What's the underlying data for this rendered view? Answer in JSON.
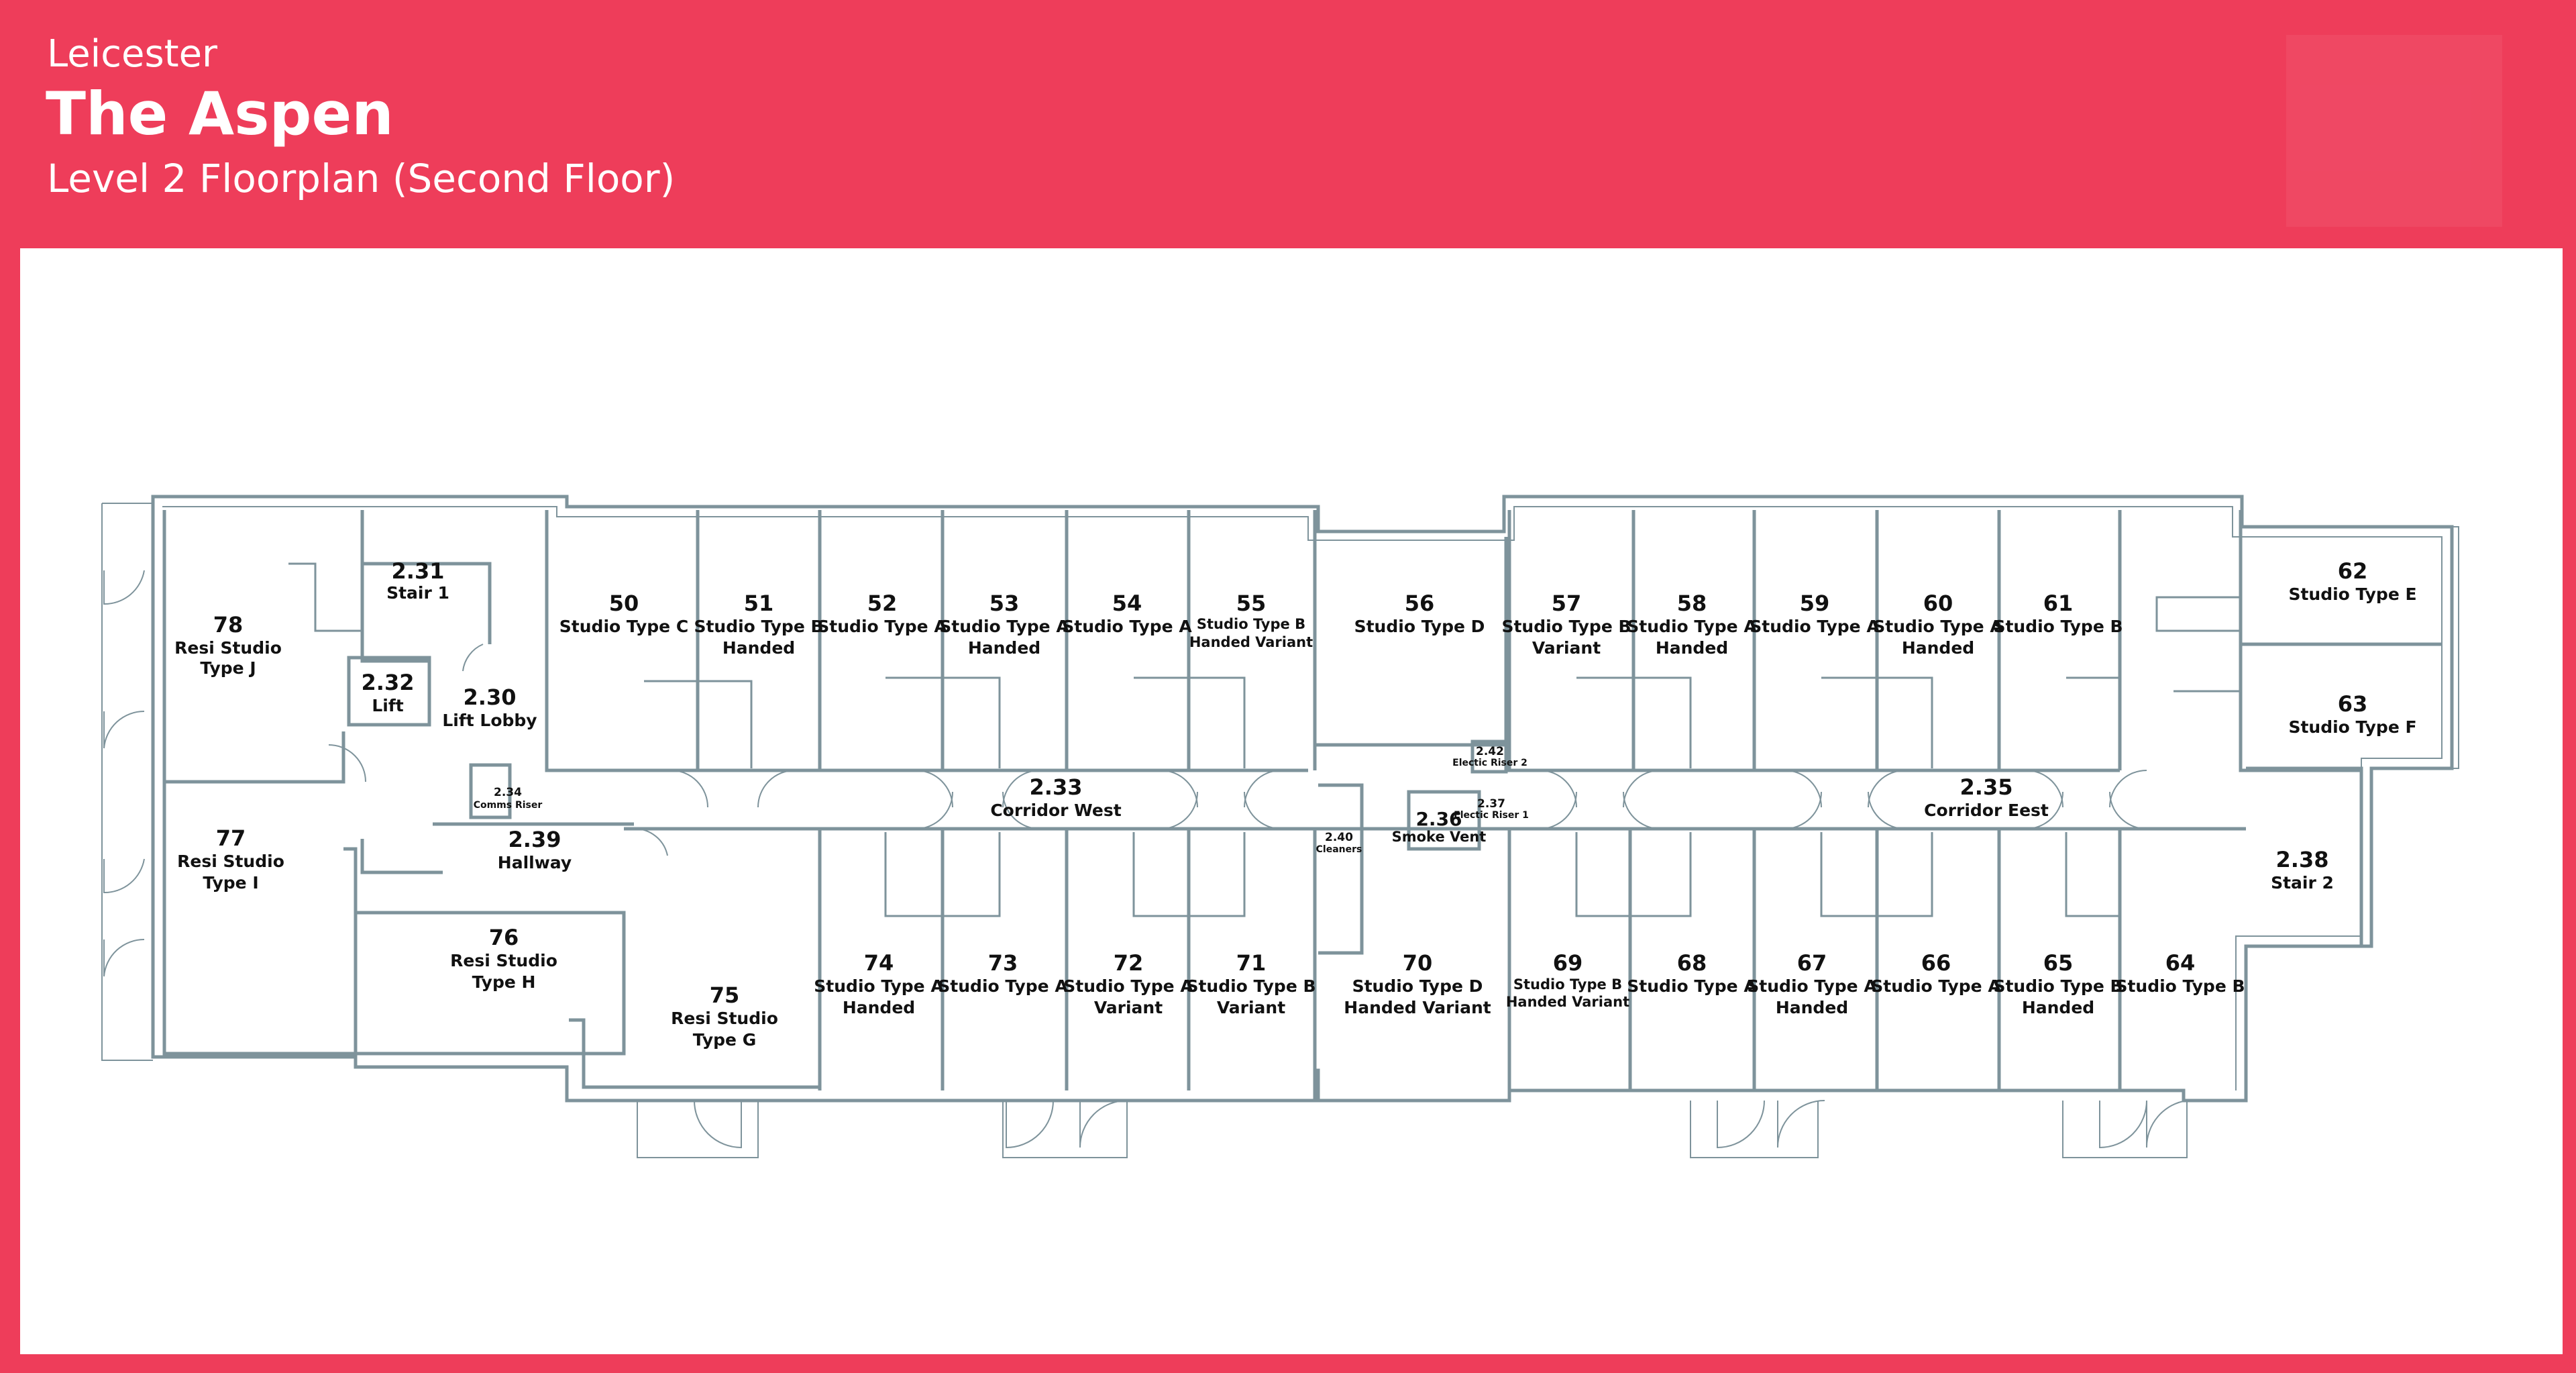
{
  "header": {
    "city": "Leicester",
    "building": "The Aspen",
    "level_title": "Level 2 Floorplan (Second Floor)"
  },
  "colors": {
    "brand": "#EE3D5A",
    "wall": "#7E939B",
    "panel": "#FFFFFF",
    "text": "#111111"
  },
  "rooms": {
    "r78": {
      "number": "78",
      "line1": "Resi Studio",
      "line2": "Type J"
    },
    "r231": {
      "number": "2.31",
      "line1": "Stair 1"
    },
    "r232": {
      "number": "2.32",
      "line1": "Lift"
    },
    "r230": {
      "number": "2.30",
      "line1": "Lift Lobby"
    },
    "r234": {
      "number": "2.34",
      "line1": "Comms Riser"
    },
    "r77": {
      "number": "77",
      "line1": "Resi Studio",
      "line2": "Type I"
    },
    "r239": {
      "number": "2.39",
      "line1": "Hallway"
    },
    "r76": {
      "number": "76",
      "line1": "Resi Studio",
      "line2": "Type H"
    },
    "r75": {
      "number": "75",
      "line1": "Resi Studio",
      "line2": "Type G"
    },
    "r50": {
      "number": "50",
      "line1": "Studio Type C"
    },
    "r51": {
      "number": "51",
      "line1": "Studio Type B",
      "line2": "Handed"
    },
    "r52": {
      "number": "52",
      "line1": "Studio Type A"
    },
    "r53": {
      "number": "53",
      "line1": "Studio Type A",
      "line2": "Handed"
    },
    "r54": {
      "number": "54",
      "line1": "Studio Type A"
    },
    "r55": {
      "number": "55",
      "line1": "Studio Type B",
      "line2": "Handed Variant"
    },
    "r56": {
      "number": "56",
      "line1": "Studio Type D"
    },
    "r57": {
      "number": "57",
      "line1": "Studio Type B",
      "line2": "Variant"
    },
    "r58": {
      "number": "58",
      "line1": "Studio Type A",
      "line2": "Handed"
    },
    "r59": {
      "number": "59",
      "line1": "Studio Type A"
    },
    "r60": {
      "number": "60",
      "line1": "Studio Type A",
      "line2": "Handed"
    },
    "r61": {
      "number": "61",
      "line1": "Studio Type B"
    },
    "r62": {
      "number": "62",
      "line1": "Studio Type E"
    },
    "r63": {
      "number": "63",
      "line1": "Studio Type F"
    },
    "r233": {
      "number": "2.33",
      "line1": "Corridor West"
    },
    "r235": {
      "number": "2.35",
      "line1": "Corridor Eest"
    },
    "r242": {
      "number": "2.42",
      "line1": "Electic Riser 2"
    },
    "r237": {
      "number": "2.37",
      "line1": "Electic Riser 1"
    },
    "r236": {
      "number": "2.36",
      "line1": "Smoke Vent"
    },
    "r240": {
      "number": "2.40",
      "line1": "Cleaners"
    },
    "r238": {
      "number": "2.38",
      "line1": "Stair 2"
    },
    "r74": {
      "number": "74",
      "line1": "Studio Type A",
      "line2": "Handed"
    },
    "r73": {
      "number": "73",
      "line1": "Studio Type A"
    },
    "r72": {
      "number": "72",
      "line1": "Studio Type A",
      "line2": "Variant"
    },
    "r71": {
      "number": "71",
      "line1": "Studio Type B",
      "line2": "Variant"
    },
    "r70": {
      "number": "70",
      "line1": "Studio Type D",
      "line2": "Handed Variant"
    },
    "r69": {
      "number": "69",
      "line1": "Studio Type B",
      "line2": "Handed Variant"
    },
    "r68": {
      "number": "68",
      "line1": "Studio Type A"
    },
    "r67": {
      "number": "67",
      "line1": "Studio Type A",
      "line2": "Handed"
    },
    "r66": {
      "number": "66",
      "line1": "Studio Type A"
    },
    "r65": {
      "number": "65",
      "line1": "Studio Type B",
      "line2": "Handed"
    },
    "r64": {
      "number": "64",
      "line1": "Studio Type B"
    }
  }
}
